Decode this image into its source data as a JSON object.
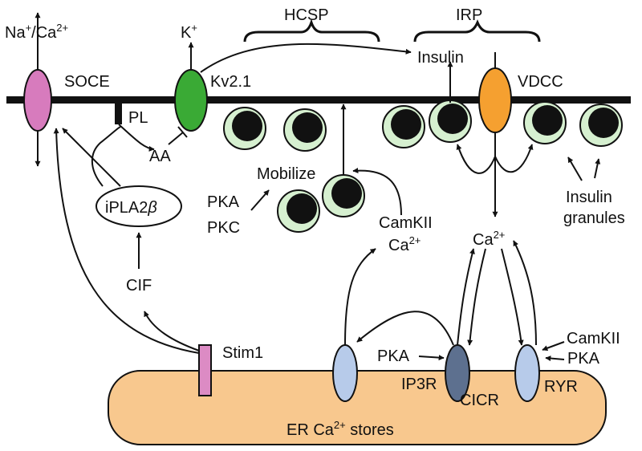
{
  "labels": {
    "na_ca": "Na",
    "na_sup": "+",
    "na_ca_sep": "/Ca",
    "ca_sup": "2+",
    "k": "K",
    "k_sup": "+",
    "hcsp": "HCSP",
    "irp": "IRP",
    "insulin": "Insulin",
    "soce": "SOCE",
    "kv21": "Kv2.1",
    "vdcc": "VDCC",
    "pl": "PL",
    "aa": "AA",
    "mobilize": "Mobilize",
    "pka": "PKA",
    "pkc": "PKC",
    "camkii": "CamKII",
    "ca_text": "Ca",
    "ipla2b": "iPLA2",
    "beta": "β",
    "cif": "CIF",
    "insulin_granules_1": "Insulin",
    "insulin_granules_2": "granules",
    "stim1": "Stim1",
    "ip3r": "IP3R",
    "cicr": "CICR",
    "ryr": "RYR",
    "er": "ER Ca",
    "er_tail": " stores"
  },
  "colors": {
    "soce_channel": "#d77bbd",
    "kv_channel": "#3aaa35",
    "vdcc_channel": "#f5a030",
    "granule_halo": "#d6f0d0",
    "er_fill": "#f8c88e",
    "er_channel": "#b7cbea",
    "ip3r_channel": "#5d708f",
    "stim1": "#dc8bc4"
  }
}
